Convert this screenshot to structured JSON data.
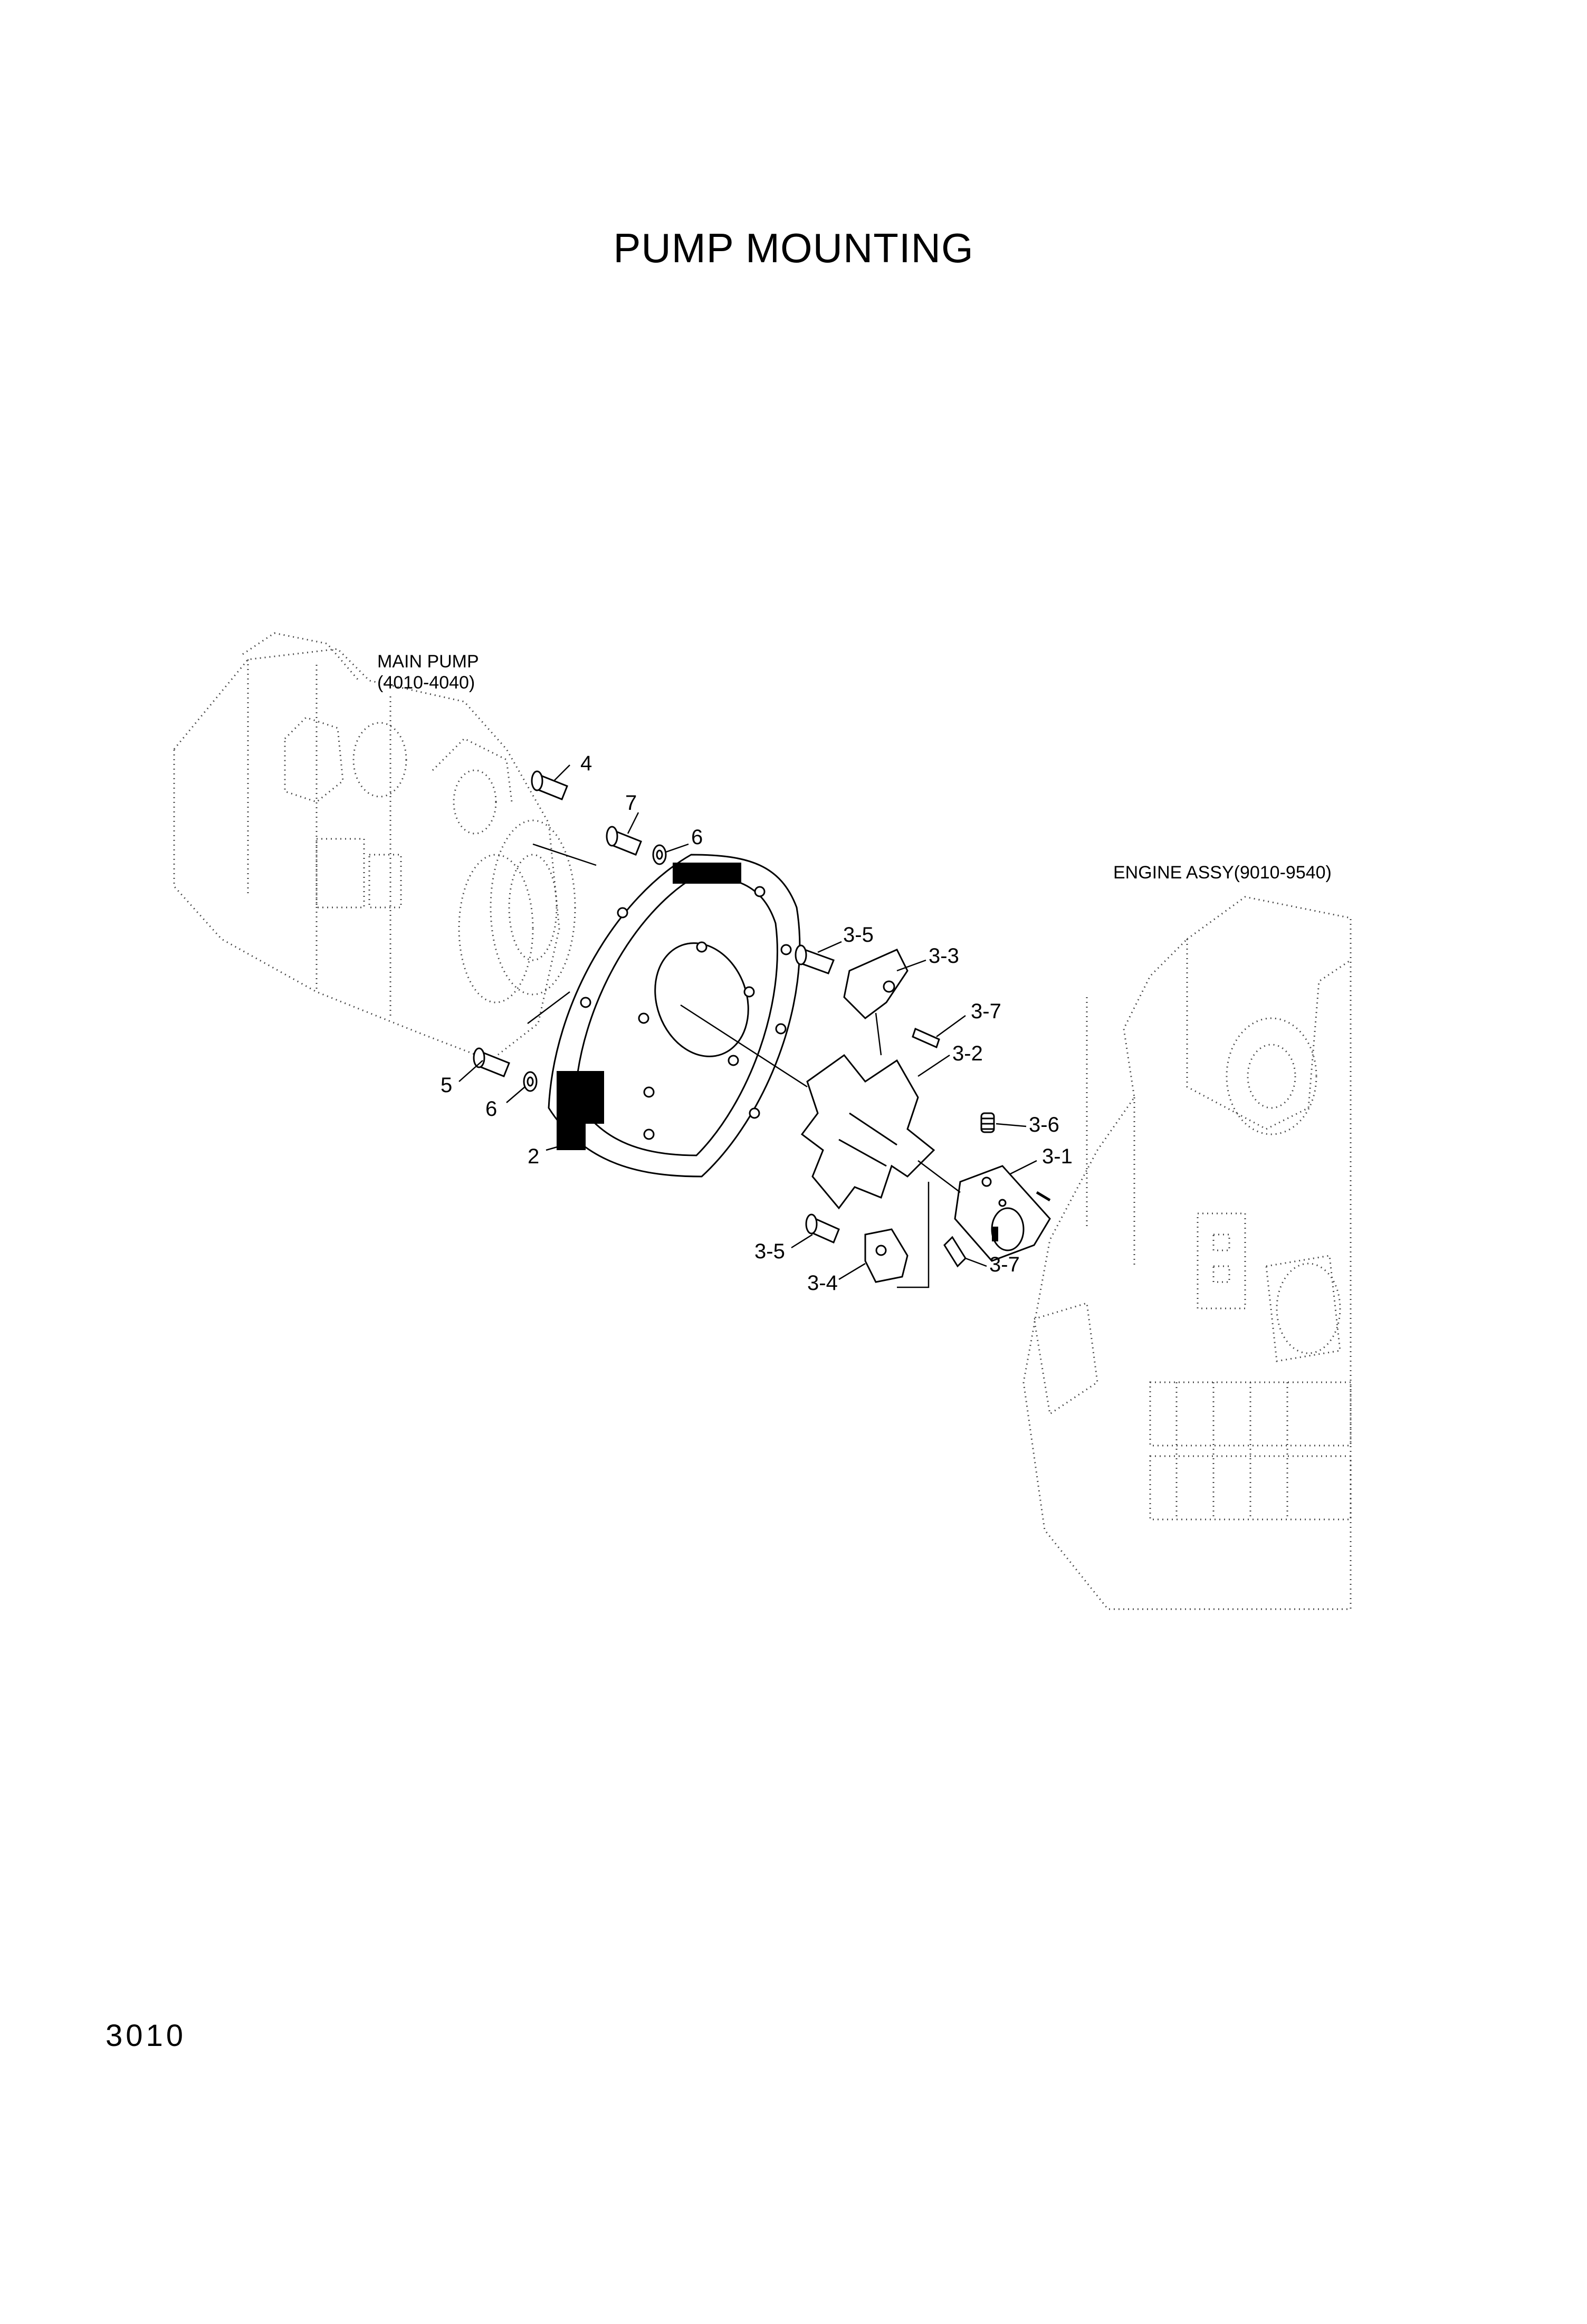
{
  "title": "PUMP MOUNTING",
  "page_number": "3010",
  "references": {
    "main_pump_line1": "MAIN PUMP",
    "main_pump_line2": "(4010-4040)",
    "engine": "ENGINE ASSY(9010-9540)"
  },
  "callouts": {
    "c2": "2",
    "c4": "4",
    "c5": "5",
    "c6a": "6",
    "c6b": "6",
    "c7": "7",
    "c3_1": "3-1",
    "c3_2": "3-2",
    "c3_3": "3-3",
    "c3_4": "3-4",
    "c3_5a": "3-5",
    "c3_5b": "3-5",
    "c3_6": "3-6",
    "c3_7a": "3-7",
    "c3_7b": "3-7"
  }
}
